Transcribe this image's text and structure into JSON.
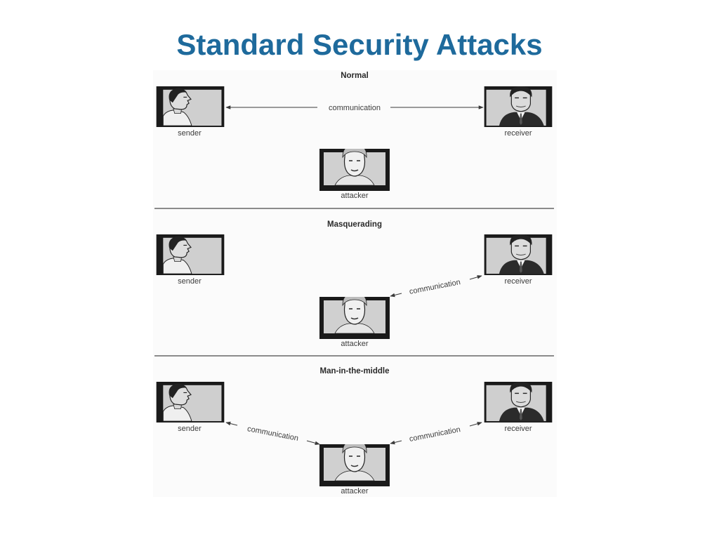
{
  "slide": {
    "title": "Standard Security Attacks"
  },
  "diagram": {
    "panels": [
      {
        "heading": "Normal",
        "sender_label": "sender",
        "receiver_label": "receiver",
        "attacker_label": "attacker",
        "links": [
          {
            "text": "communication",
            "from": "sender",
            "to": "receiver"
          }
        ]
      },
      {
        "heading": "Masquerading",
        "sender_label": "sender",
        "receiver_label": "receiver",
        "attacker_label": "attacker",
        "links": [
          {
            "text": "communication",
            "from": "attacker",
            "to": "receiver"
          }
        ]
      },
      {
        "heading": "Man-in-the-middle",
        "sender_label": "sender",
        "receiver_label": "receiver",
        "attacker_label": "attacker",
        "links": [
          {
            "text": "communication",
            "from": "sender",
            "to": "attacker"
          },
          {
            "text": "communication",
            "from": "attacker",
            "to": "receiver"
          }
        ]
      }
    ]
  },
  "colors": {
    "title": "#1e6a9c",
    "frame": "#1a1a1a",
    "screen": "#c9c9c9",
    "line": "#3a3a3a"
  },
  "icons": {
    "sender": "person-profile-icon",
    "receiver": "person-suit-icon",
    "attacker": "person-front-icon"
  }
}
